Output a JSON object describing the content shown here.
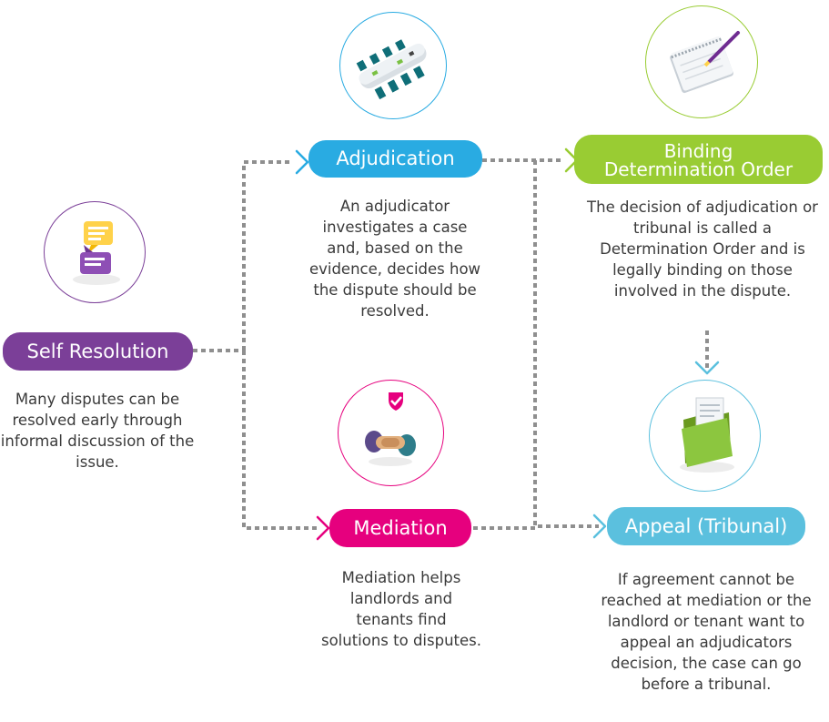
{
  "nodes": {
    "self_resolution": {
      "label": "Self Resolution",
      "description": "Many disputes can be resolved early through informal discussion of the issue.",
      "color": "#7b3f98",
      "icon": "chat-bubbles-icon"
    },
    "adjudication": {
      "label": "Adjudication",
      "description": "An adjudicator investigates a case and, based on the evidence, decides how the dispute should be resolved.",
      "color": "#29abe2",
      "icon": "meeting-table-icon"
    },
    "binding_order": {
      "label_line1": "Binding",
      "label_line2": "Determination Order",
      "description": "The decision of adjudication or tribunal is called a Determination Order and is legally binding on those involved in the dispute.",
      "color": "#99cc33",
      "icon": "notebook-pen-icon"
    },
    "mediation": {
      "label": "Mediation",
      "description": "Mediation helps landlords and tenants find solutions to disputes.",
      "color": "#e6007e",
      "icon": "handshake-check-icon"
    },
    "appeal": {
      "label": "Appeal (Tribunal)",
      "description": "If agreement cannot be reached at mediation or the landlord or tenant want to appeal an adjudicators decision, the case can go before a tribunal.",
      "color": "#5bc0de",
      "icon": "folder-document-icon"
    }
  },
  "connector_color": "#8f8f8f"
}
